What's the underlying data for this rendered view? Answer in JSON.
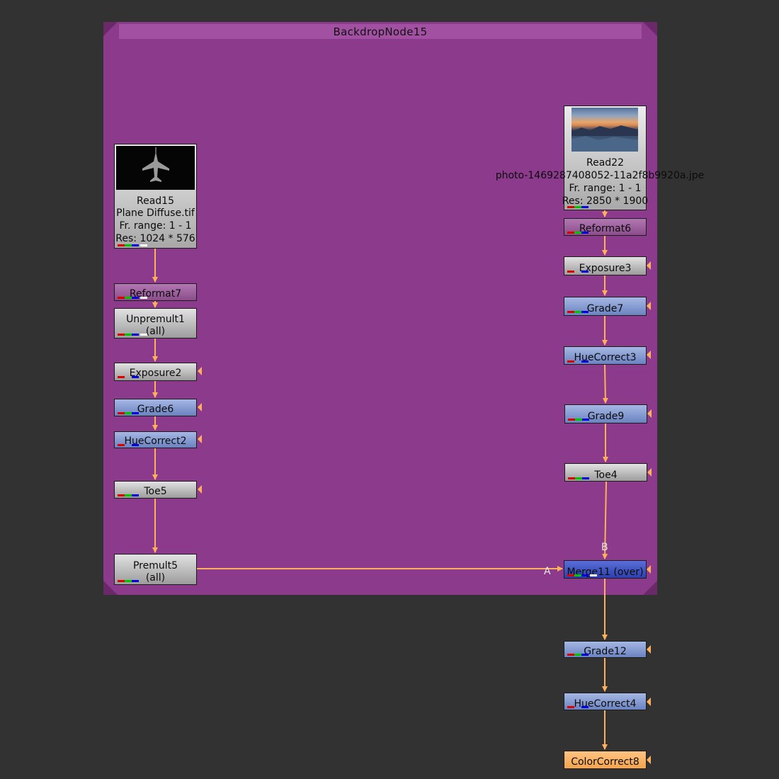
{
  "backdrop": {
    "title": "BackdropNode15",
    "color": "#8c3a8c"
  },
  "nodes": {
    "read15": {
      "title": "Read15",
      "file": "Plane Diffuse.tif",
      "range": "Fr. range: 1 - 1",
      "res": "Res: 1024 * 576"
    },
    "read22": {
      "title": "Read22",
      "file": "photo-1469287408052-11a2f8b9920a.jpe",
      "range": "Fr. range: 1 - 1",
      "res": "Res: 2850 * 1900"
    },
    "reformat7": "Reformat7",
    "unpremult1": {
      "title": "Unpremult1",
      "sub": "(all)"
    },
    "exposure2": "Exposure2",
    "grade6": "Grade6",
    "huecorrect2": "HueCorrect2",
    "toe5": "Toe5",
    "premult5": {
      "title": "Premult5",
      "sub": "(all)"
    },
    "reformat6": "Reformat6",
    "exposure3": "Exposure3",
    "grade7": "Grade7",
    "huecorrect3": "HueCorrect3",
    "grade9": "Grade9",
    "toe4": "Toe4",
    "merge11": "Merge11 (over)",
    "grade12": "Grade12",
    "huecorrect4": "HueCorrect4",
    "colorcorrect8": "ColorCorrect8"
  },
  "merge_inputs": {
    "a": "A",
    "b": "B"
  },
  "icons": {
    "plane_thumbnail": "jet-plane-thumbnail",
    "photo_thumbnail": "mountain-sunset-thumbnail",
    "mask_input": "mask-input-arrow-icon"
  },
  "colors": {
    "wire": "#ffb05a",
    "canvas": "#323232",
    "grade_node": "#8fa4d8",
    "merge_node": "#3a50c4",
    "color_correct_node": "#f8ae60"
  }
}
